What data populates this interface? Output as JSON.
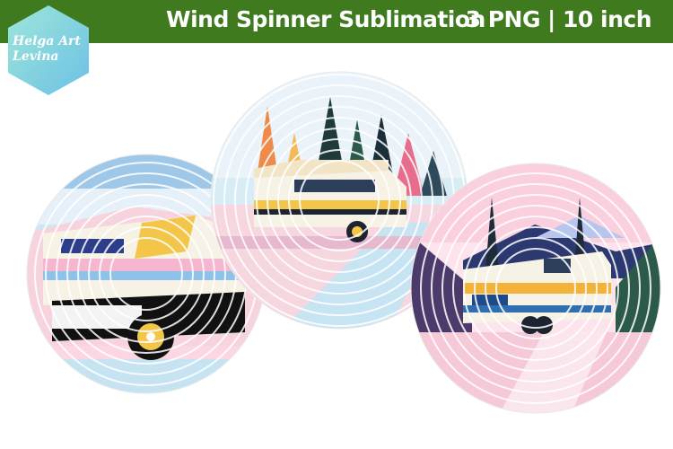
{
  "header": {
    "title": "Wind Spinner Sublimation",
    "spec": "3 PNG | 10 inch",
    "bg_color": "#3f7a1f"
  },
  "logo": {
    "text_line1": "Helga Art",
    "text_line2": "Levina",
    "color": "#8fd3e8"
  },
  "spinners": [
    {
      "subject": "camper trailer close-up",
      "accent": "#f3c64a"
    },
    {
      "subject": "motorhome in forest",
      "accent": "#f08a4b"
    },
    {
      "subject": "travel trailer on road",
      "accent": "#f3b23a"
    }
  ]
}
